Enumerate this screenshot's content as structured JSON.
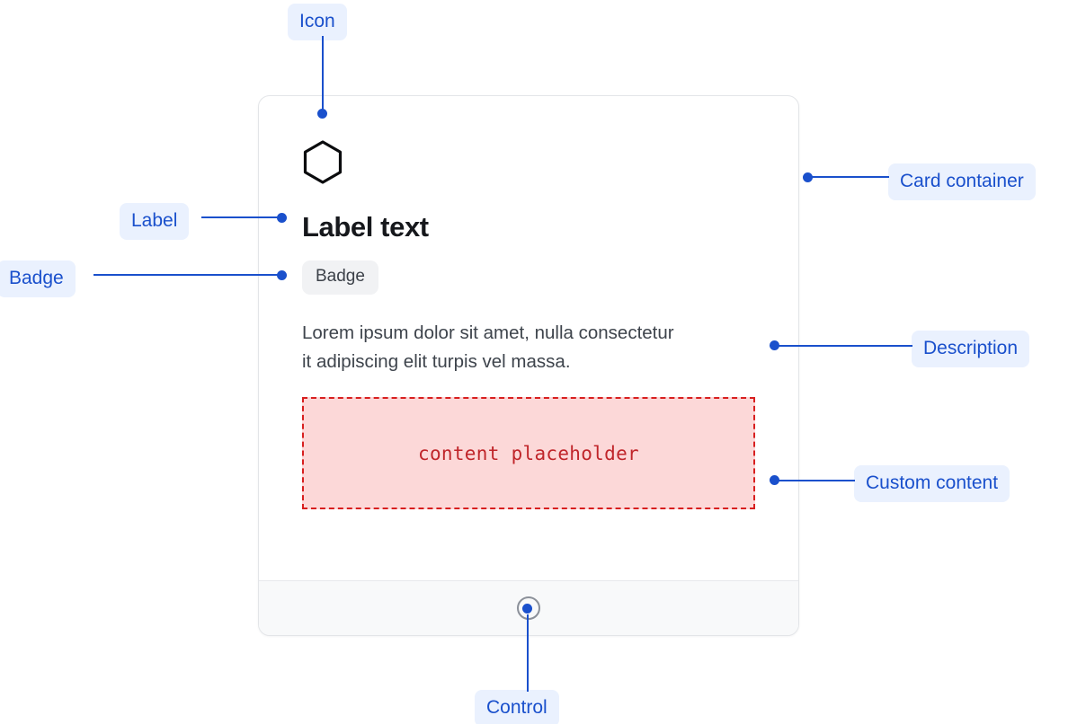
{
  "colors": {
    "accent": "#1a50cc",
    "annotation_pill_bg": "#eaf1fe",
    "card_border": "#e3e5e8",
    "badge_bg": "#f1f2f4",
    "badge_text": "#3c4149",
    "placeholder_bg": "#fcd8d8",
    "placeholder_border": "#d81f1f",
    "placeholder_text": "#c0252a",
    "footer_bg": "#f8f9fa",
    "title_text": "#16181c",
    "description_text": "#3e444c",
    "control_ring": "#8b9099"
  },
  "card": {
    "icon": "hexagon-icon",
    "title": "Label text",
    "badge": "Badge",
    "description": "Lorem ipsum dolor sit amet, nulla consectetur it adipiscing elit turpis vel massa.",
    "placeholder_text": "content placeholder",
    "footer": {
      "control": "radio-knob"
    }
  },
  "annotations": {
    "icon": "Icon",
    "card_container": "Card container",
    "description": "Description",
    "custom_content": "Custom content",
    "label": "Label",
    "badge": "Badge",
    "control": "Control"
  }
}
